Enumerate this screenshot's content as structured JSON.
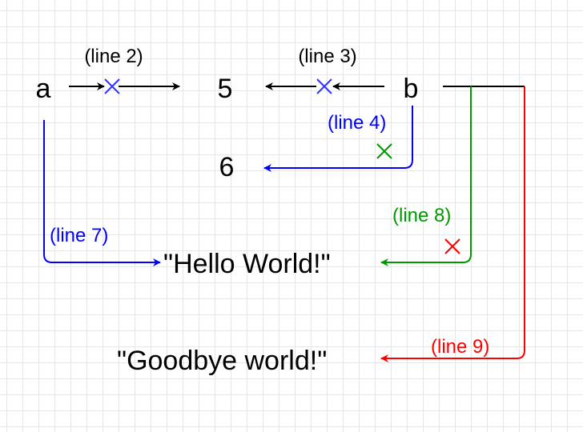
{
  "colors": {
    "black": "#000000",
    "blue": "#0000ff",
    "green": "#009900",
    "red": "#ff0000"
  },
  "nodes": {
    "a": "a",
    "five": "5",
    "b": "b",
    "six": "6",
    "hello": "\"Hello World!\"",
    "goodbye": "\"Goodbye world!\""
  },
  "labels": {
    "line2": "(line 2)",
    "line3": "(line 3)",
    "line4": "(line 4)",
    "line7": "(line 7)",
    "line8": "(line 8)",
    "line9": "(line 9)"
  }
}
